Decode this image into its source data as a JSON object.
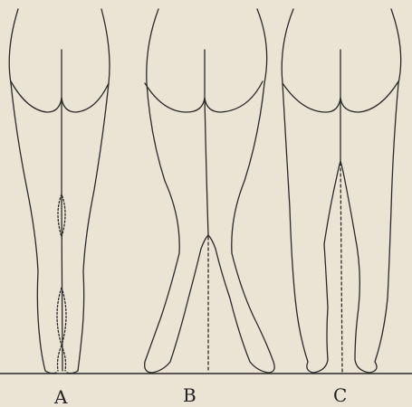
{
  "figure": {
    "panels": [
      {
        "label": "A"
      },
      {
        "label": "B"
      },
      {
        "label": "C"
      }
    ],
    "colors": {
      "paper": "#e9e4d3",
      "ink": "#2a2a2a"
    }
  }
}
